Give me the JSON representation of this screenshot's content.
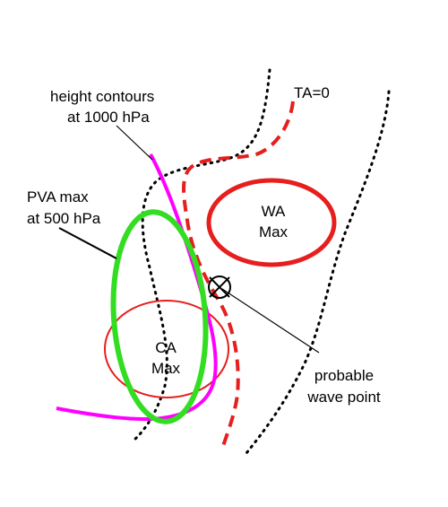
{
  "labels": {
    "height_contours_1": "height contours",
    "height_contours_2": "at 1000 hPa",
    "ta_zero": "TA=0",
    "pva_max_1": "PVA max",
    "pva_max_2": "at 500 hPa",
    "wa_max_1": "WA",
    "wa_max_2": "Max",
    "ca_max_1": "CA",
    "ca_max_2": "Max",
    "wave_point_1": "probable",
    "wave_point_2": "wave point"
  },
  "colors": {
    "height_contour": "#ff00ff",
    "pva": "#33dd22",
    "advection": "#e61e1e",
    "isobar_dotted": "#000000",
    "leader": "#000000"
  }
}
